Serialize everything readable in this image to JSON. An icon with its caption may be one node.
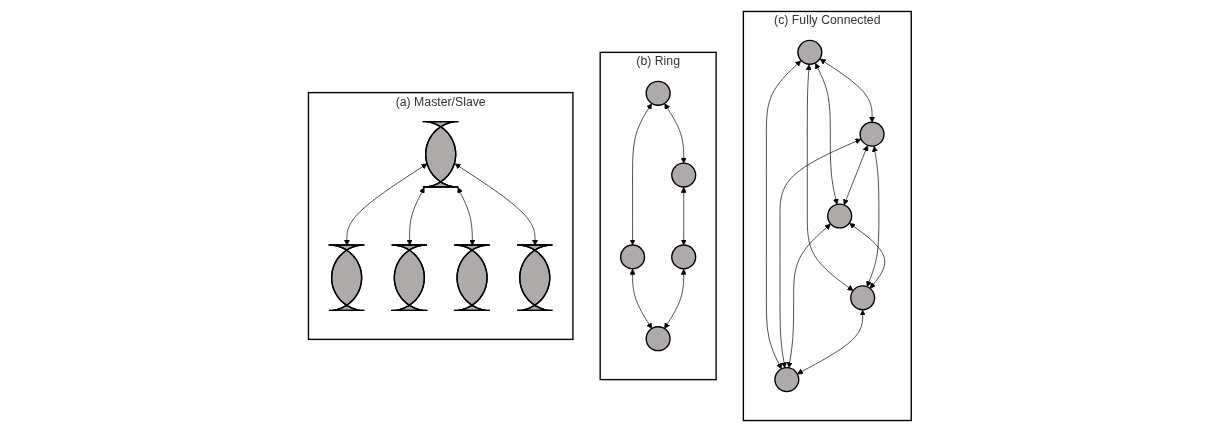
{
  "diagram": {
    "nodes": [
      {
        "text": [
          "(a) Master/Slave"
        ]
      },
      {
        "text": [],
        "shape": "ellipse",
        "in": 0
      },
      {
        "text": [],
        "shape": "ellipse",
        "in": 0
      },
      {
        "text": [],
        "shape": "ellipse",
        "in": 0
      },
      {
        "text": [],
        "shape": "ellipse",
        "in": 0
      },
      {
        "text": [],
        "shape": "ellipse",
        "in": 0
      },
      {
        "text": [
          "(b) Ring"
        ]
      },
      {
        "text": [],
        "shape": "circle",
        "in": 6
      },
      {
        "text": [],
        "shape": "circle",
        "in": 6
      },
      {
        "text": [],
        "shape": "circle",
        "in": 6
      },
      {
        "text": [],
        "shape": "circle",
        "in": 6
      },
      {
        "text": [],
        "shape": "circle",
        "in": 6
      },
      {
        "text": [
          "(c) Fully Connected"
        ]
      },
      {
        "text": [],
        "shape": "circle",
        "in": 12
      },
      {
        "text": [],
        "shape": "circle",
        "in": 12
      },
      {
        "text": [],
        "shape": "circle",
        "in": 12
      },
      {
        "text": [],
        "shape": "circle",
        "in": 12
      },
      {
        "text": [],
        "shape": "circle",
        "in": 12
      }
    ],
    "edges": [
      {
        "from": 1,
        "to": 2,
        "arrow": "both"
      },
      {
        "from": 1,
        "to": 3,
        "arrow": "both"
      },
      {
        "from": 1,
        "to": 4,
        "arrow": "both"
      },
      {
        "from": 1,
        "to": 5,
        "arrow": "both"
      },
      {
        "from": 7,
        "to": 8,
        "arrow": "both"
      },
      {
        "from": 7,
        "to": 9,
        "arrow": "both"
      },
      {
        "from": 8,
        "to": 10,
        "arrow": "both"
      },
      {
        "from": 9,
        "to": 11,
        "arrow": "both"
      },
      {
        "from": 10,
        "to": 11,
        "arrow": "both"
      },
      {
        "from": 13,
        "to": 14,
        "arrow": "both"
      },
      {
        "from": 13,
        "to": 15,
        "arrow": "both"
      },
      {
        "from": 13,
        "to": 16,
        "arrow": "both"
      },
      {
        "from": 13,
        "to": 17,
        "arrow": "both"
      },
      {
        "from": 14,
        "to": 15,
        "arrow": "both"
      },
      {
        "from": 14,
        "to": 16,
        "arrow": "both"
      },
      {
        "from": 14,
        "to": 17,
        "arrow": "both"
      },
      {
        "from": 15,
        "to": 16,
        "arrow": "both"
      },
      {
        "from": 15,
        "to": 17,
        "arrow": "both"
      },
      {
        "from": 16,
        "to": 17,
        "arrow": "both"
      }
    ]
  }
}
